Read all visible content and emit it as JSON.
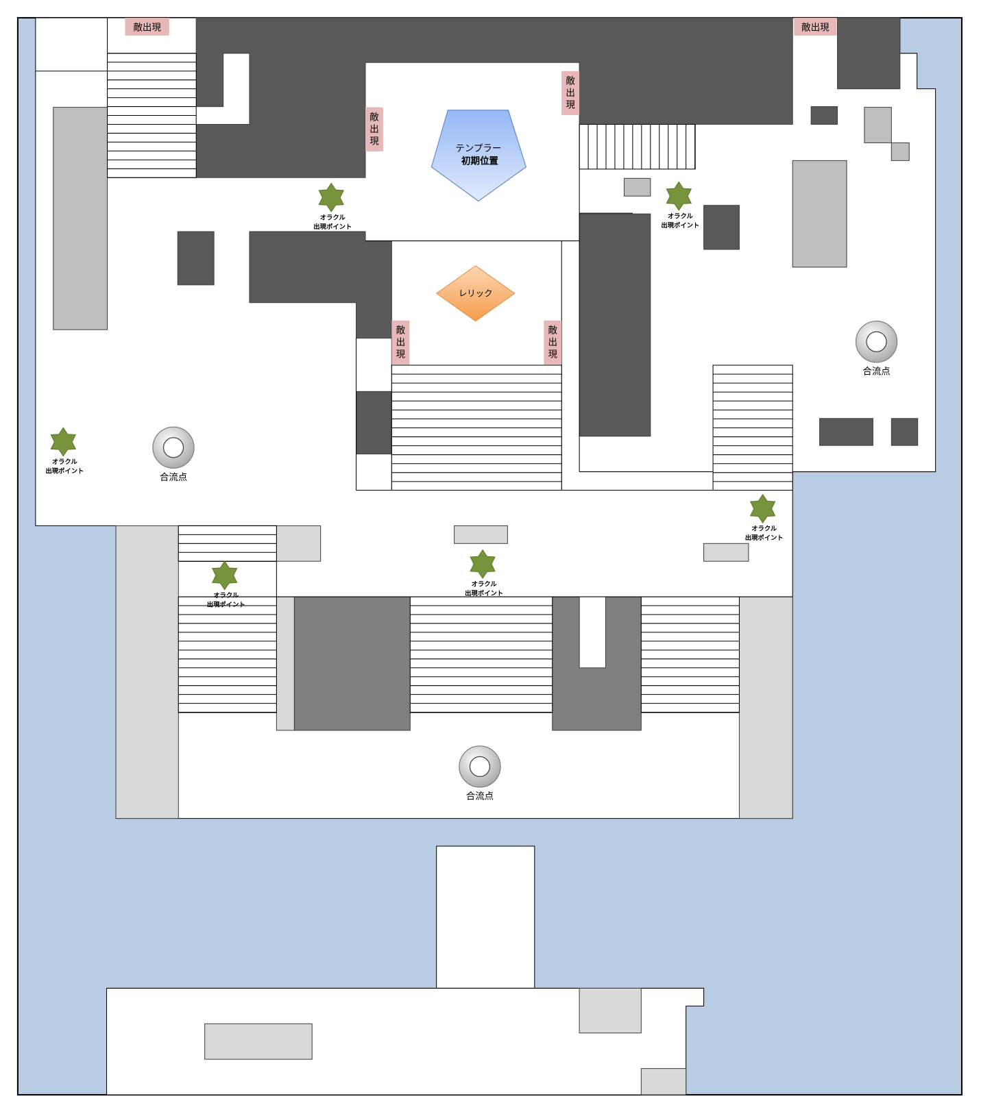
{
  "map": {
    "enemy_spawn_label": "敵出現",
    "enemy_spawn_chars": [
      "敵",
      "出",
      "現"
    ],
    "templar": {
      "line1": "テンプラー",
      "line2": "初期位置"
    },
    "relic": "レリック",
    "oracle": {
      "line1": "オラクル",
      "line2": "出現ポイント"
    },
    "rally": "合流点"
  },
  "colors": {
    "water": "#b8cce4",
    "wall": "#595959",
    "enemy": "#e6b9b8",
    "oracle": "#77933c",
    "templar": "#9dc3e6",
    "relic": "#f8b97d"
  }
}
